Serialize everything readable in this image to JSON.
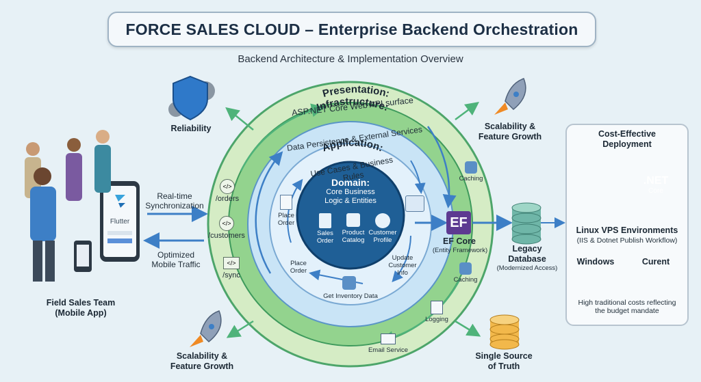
{
  "title": "FORCE SALES CLOUD – Enterprise Backend Orchestration",
  "subtitle": "Backend Architecture & Implementation Overview",
  "layers": {
    "presentation": {
      "title": "Presentation:",
      "desc": "ASP.NET Core Web API surface"
    },
    "infrastructure": {
      "title": "Infrastructure:",
      "desc": "Data Persistence & External Services"
    },
    "application": {
      "title": "Application:",
      "desc": "Use Cases & Business Rules"
    },
    "domain": {
      "title": "Domain:",
      "desc_line1": "Core Business",
      "desc_line2": "Logic & Entities"
    }
  },
  "entities": [
    {
      "line1": "Sales",
      "line2": "Order"
    },
    {
      "line1": "Product",
      "line2": "Catalog"
    },
    {
      "line1": "Customer",
      "line2": "Profile"
    }
  ],
  "use_cases": {
    "place_order_top": {
      "line1": "Place",
      "line2": "Order"
    },
    "place_order_bottom": {
      "line1": "Place",
      "line2": "Order"
    },
    "update_customer": {
      "line1": "Update",
      "line2": "Customer",
      "line3": "Info"
    },
    "get_inventory": "Get Inventory Data"
  },
  "endpoints": [
    "/orders",
    "/customers",
    "/sync"
  ],
  "infra_items": {
    "caching_top": "Caching",
    "caching_bottom": "Caching",
    "logging": "Logging",
    "email": "Email Service"
  },
  "ef": {
    "logo": "EF",
    "name": "EF Core",
    "sub": "(Entity Framework)"
  },
  "legacy_db": {
    "line1": "Legacy",
    "line2": "Database",
    "line3": "(Modernized Access)"
  },
  "qualities": {
    "reliability": "Reliability",
    "scalability_top": {
      "line1": "Scalability &",
      "line2": "Feature Growth"
    },
    "scalability_bottom": {
      "line1": "Scalability &",
      "line2": "Feature Growth"
    },
    "single_source": {
      "line1": "Single Source",
      "line2": "of Truth"
    }
  },
  "client": {
    "sync_label": {
      "line1": "Real-time",
      "line2": "Synchronization"
    },
    "traffic_label": {
      "line1": "Optimized",
      "line2": "Mobile Traffic"
    },
    "app_name": "Flutter",
    "team": {
      "line1": "Field Sales Team",
      "line2": "(Mobile App)"
    }
  },
  "deployment": {
    "title_line1": "Cost-Effective",
    "title_line2": "Deployment",
    "net_logo": ".NET",
    "net_sub": "Core",
    "env_title": "Linux VPS Environments",
    "env_sub": "(IIS & Dotnet Publish Workflow)",
    "windows": "Windows",
    "current": "Curent",
    "note_line1": "High traditional costs reflecting",
    "note_line2": "the budget mandate"
  },
  "colors": {
    "outer_ring": "#cfe8c0",
    "infra_ring": "#8fd18a",
    "app_ring": "#bfe0f5",
    "domain": "#1f5f96",
    "arrow": "#3d7fc6",
    "green_arrow": "#4fb37a"
  }
}
